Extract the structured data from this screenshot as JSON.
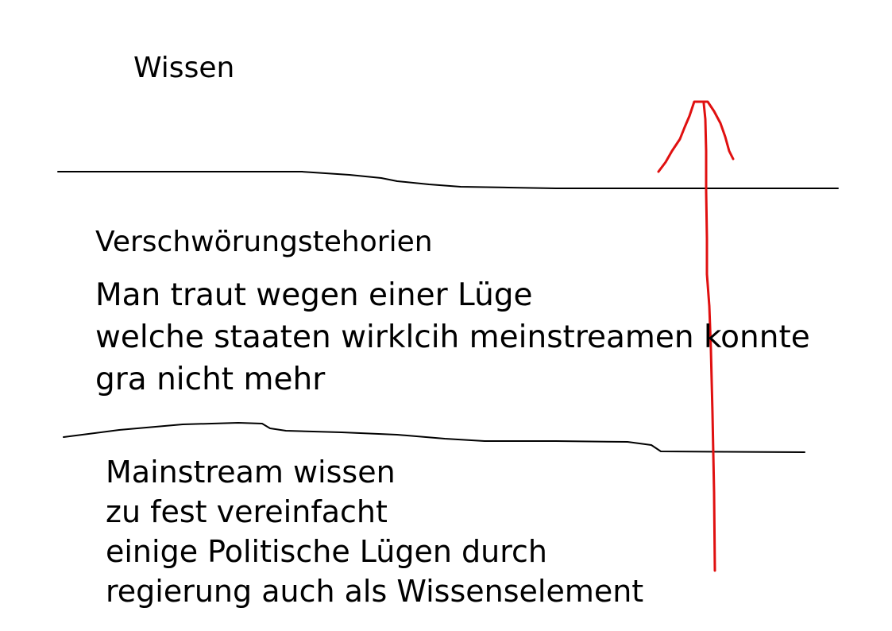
{
  "colors": {
    "ink": "#000000",
    "arrow": "#e01010",
    "background": "#ffffff"
  },
  "labels": {
    "top": "Wissen",
    "middle_heading": "Verschwörungstehorien"
  },
  "middle_text": [
    "Man traut wegen einer Lüge",
    "welche staaten wirklcih meinstreamen konnte",
    "gra nicht mehr"
  ],
  "bottom_text": [
    "Mainstream wissen",
    "zu fest vereinfacht",
    "einige Politische Lügen durch",
    "regierung auch als Wissenselement"
  ]
}
